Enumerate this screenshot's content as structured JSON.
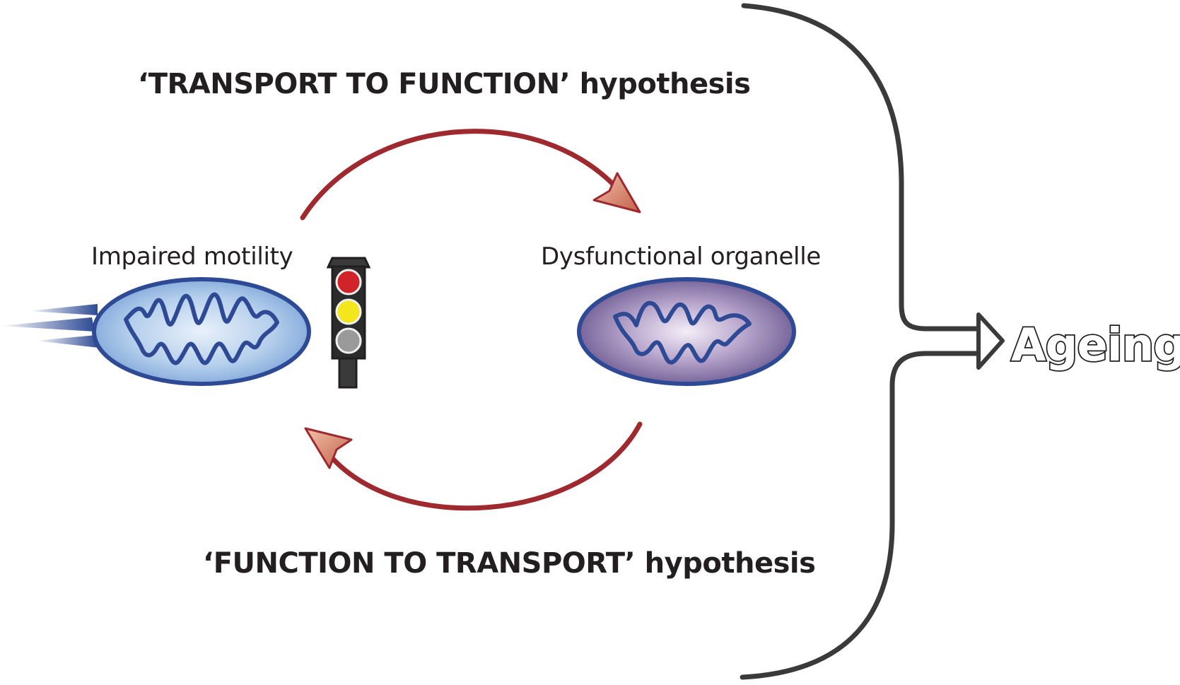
{
  "labels": {
    "transport_to_function": "‘TRANSPORT TO FUNCTION’ hypothesis",
    "function_to_transport": "‘FUNCTION TO TRANSPORT’ hypothesis",
    "impaired_motility": "Impaired motility",
    "dysfunctional_organelle": "Dysfunctional organelle",
    "ageing": "Ageing"
  },
  "colors": {
    "text": "#231f20",
    "arrow_red": "#9e2a2f",
    "arrowhead_fill": "#d98a6c",
    "mito_outline": "#2e4a94",
    "mito_healthy_fill": "#8fb5e0",
    "mito_dysfunctional_fill": "#7a6aa0",
    "brace": "#3a3a3a",
    "traffic_light_red": "#d0242a",
    "traffic_light_yellow": "#f4e61c",
    "traffic_light_grey": "#9a9a9a"
  },
  "traffic_light": {
    "lamps": [
      "red",
      "yellow",
      "grey"
    ]
  }
}
